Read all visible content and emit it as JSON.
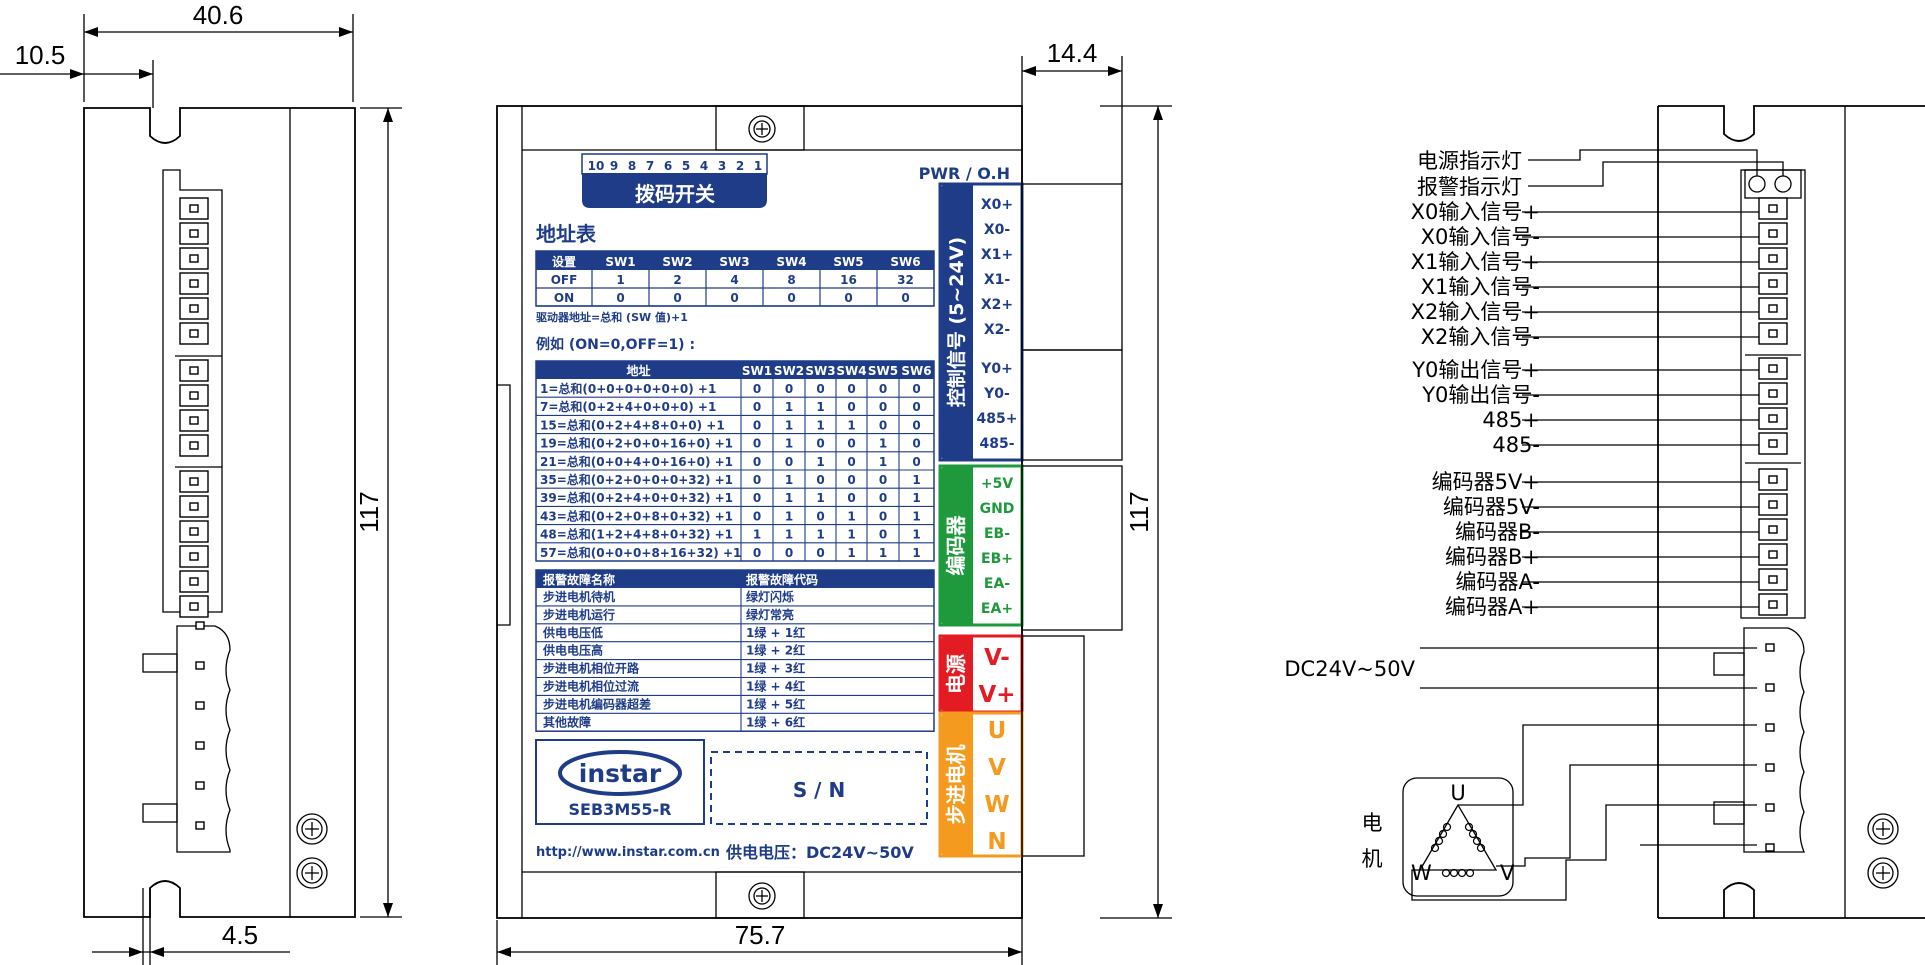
{
  "dimensions": {
    "top_left_width": "40.6",
    "top_left_offset": "10.5",
    "bottom_left": "4.5",
    "left_height": "117",
    "front_width": "75.7",
    "front_right_offset": "14.4",
    "front_height": "117"
  },
  "front_panel": {
    "dip_numbers": [
      "10",
      "9",
      "8",
      "7",
      "6",
      "5",
      "4",
      "3",
      "2",
      "1"
    ],
    "dip_title": "拨码开关",
    "pwr_label": "PWR / O.H",
    "address_table_title": "地址表",
    "sw_headers": [
      "设置",
      "SW1",
      "SW2",
      "SW3",
      "SW4",
      "SW5",
      "SW6"
    ],
    "sw_rows": [
      [
        "OFF",
        "1",
        "2",
        "4",
        "8",
        "16",
        "32"
      ],
      [
        "ON",
        "0",
        "0",
        "0",
        "0",
        "0",
        "0"
      ]
    ],
    "formula": "驱动器地址=总和 (SW 值)+1",
    "example": "例如 (ON=0,OFF=1) :",
    "example_headers": [
      "地址",
      "SW1",
      "SW2",
      "SW3",
      "SW4",
      "SW5",
      "SW6"
    ],
    "example_rows": [
      [
        "1=总和(0+0+0+0+0+0) +1",
        "0",
        "0",
        "0",
        "0",
        "0",
        "0"
      ],
      [
        "7=总和(0+2+4+0+0+0) +1",
        "0",
        "1",
        "1",
        "0",
        "0",
        "0"
      ],
      [
        "15=总和(0+2+4+8+0+0) +1",
        "0",
        "1",
        "1",
        "1",
        "0",
        "0"
      ],
      [
        "19=总和(0+2+0+0+16+0) +1",
        "0",
        "1",
        "0",
        "0",
        "1",
        "0"
      ],
      [
        "21=总和(0+0+4+0+16+0) +1",
        "0",
        "0",
        "1",
        "0",
        "1",
        "0"
      ],
      [
        "35=总和(0+2+0+0+0+32) +1",
        "0",
        "1",
        "0",
        "0",
        "0",
        "1"
      ],
      [
        "39=总和(0+2+4+0+0+32) +1",
        "0",
        "1",
        "1",
        "0",
        "0",
        "1"
      ],
      [
        "43=总和(0+2+0+8+0+32) +1",
        "0",
        "1",
        "0",
        "1",
        "0",
        "1"
      ],
      [
        "48=总和(1+2+4+8+0+32) +1",
        "1",
        "1",
        "1",
        "1",
        "0",
        "1"
      ],
      [
        "57=总和(0+0+0+8+16+32) +1",
        "0",
        "0",
        "0",
        "1",
        "1",
        "1"
      ]
    ],
    "fault_headers": [
      "报警故障名称",
      "报警故障代码"
    ],
    "fault_rows": [
      [
        "步进电机待机",
        "绿灯闪烁"
      ],
      [
        "步进电机运行",
        "绿灯常亮"
      ],
      [
        "供电电压低",
        "1绿 + 1红"
      ],
      [
        "供电电压高",
        "1绿 + 2红"
      ],
      [
        "步进电机相位开路",
        "1绿 + 3红"
      ],
      [
        "步进电机相位过流",
        "1绿 + 4红"
      ],
      [
        "步进电机编码器超差",
        "1绿 + 5红"
      ],
      [
        "其他故障",
        "1绿 + 6红"
      ]
    ],
    "logo": "instar",
    "model": "SEB3M55-R",
    "sn": "S / N",
    "url": "http://www.instar.com.cn",
    "supply": "供电电压：DC24V~50V",
    "control_group": "控制信号 (5~24V)",
    "control_pins": [
      "X0+",
      "X0-",
      "X1+",
      "X1-",
      "X2+",
      "X2-",
      "Y0+",
      "Y0-",
      "485+",
      "485-"
    ],
    "encoder_group": "编码器",
    "encoder_pins": [
      "+5V",
      "GND",
      "EB-",
      "EB+",
      "EA-",
      "EA+"
    ],
    "power_group": "电源",
    "power_pins": [
      "V-",
      "V+"
    ],
    "motor_group": "步进电机",
    "motor_pins": [
      "U",
      "V",
      "W",
      "N"
    ]
  },
  "right_side": {
    "led_labels": [
      "电源指示灯",
      "报警指示灯"
    ],
    "pin_labels": [
      "X0输入信号+",
      "X0输入信号-",
      "X1输入信号+",
      "X1输入信号-",
      "X2输入信号+",
      "X2输入信号-",
      "Y0输出信号+",
      "Y0输出信号-",
      "485+",
      "485-",
      "编码器5V+",
      "编码器5V-",
      "编码器B-",
      "编码器B+",
      "编码器A-",
      "编码器A+"
    ],
    "supply_label": "DC24V~50V",
    "motor_label_1": "电",
    "motor_label_2": "机",
    "motor_terminals": [
      "U",
      "W",
      "V"
    ]
  },
  "colors": {
    "navy": "#1f3c88",
    "green": "#1e9a3c",
    "red": "#e31b23",
    "orange": "#f39a1f"
  }
}
